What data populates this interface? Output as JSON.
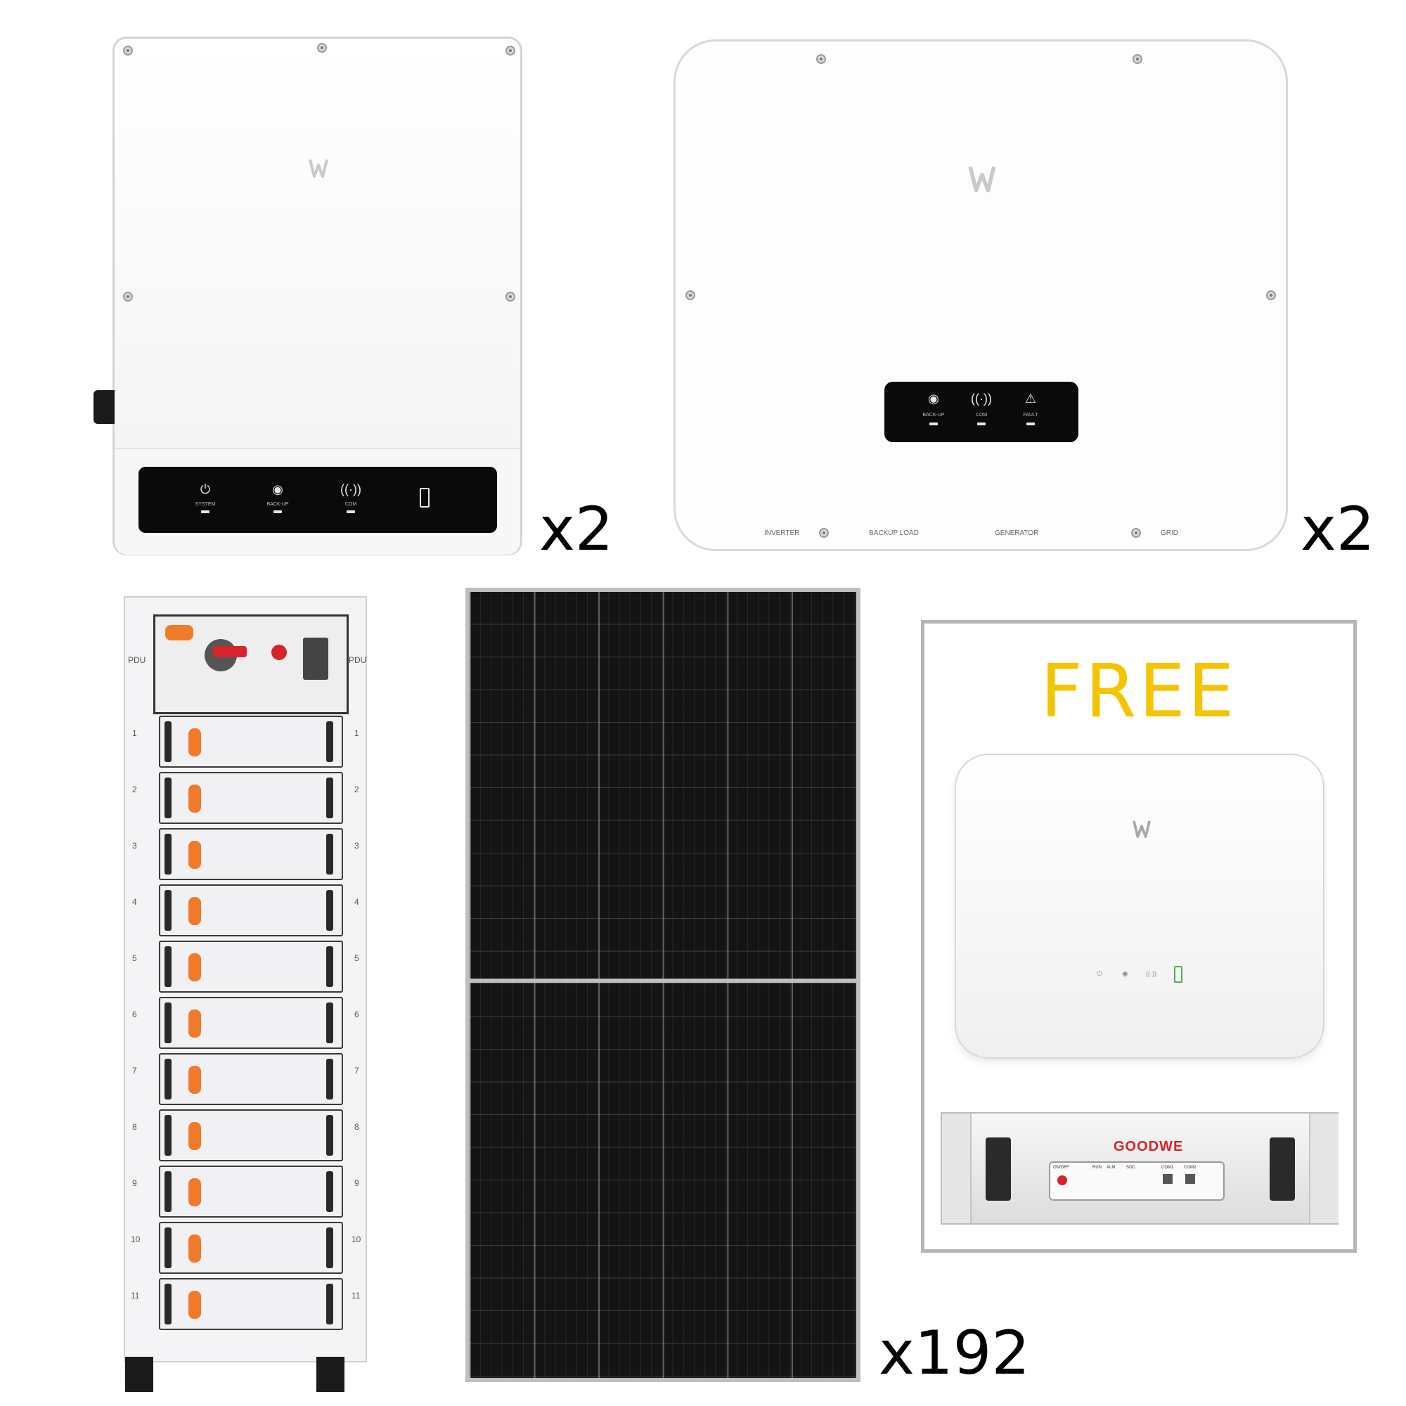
{
  "products": {
    "inverter_a": {
      "quantity": "x2",
      "brand_icon": "goodwe-w-logo",
      "indicators": [
        "SYSTEM",
        "BACK-UP",
        "COM"
      ]
    },
    "inverter_b": {
      "quantity": "x2",
      "brand_icon": "goodwe-w-logo",
      "indicators": [
        "BACK-UP",
        "COM",
        "FAULT"
      ],
      "ports": [
        "INVERTER",
        "BACKUP LOAD",
        "GENERATOR",
        "GRID"
      ]
    },
    "battery_rack": {
      "pdu_label": "PDU",
      "module_numbers": [
        "1",
        "2",
        "3",
        "4",
        "5",
        "6",
        "7",
        "8",
        "9",
        "10",
        "11"
      ]
    },
    "solar_panel": {
      "quantity": "x192"
    },
    "free_bundle": {
      "label": "FREE",
      "label_color": "#f5c400",
      "battery_brand": "GOODWE",
      "battery_panel_labels": [
        "ON/OFF",
        "RUN",
        "ALM",
        "SOC",
        "COM1",
        "COM2"
      ]
    }
  }
}
